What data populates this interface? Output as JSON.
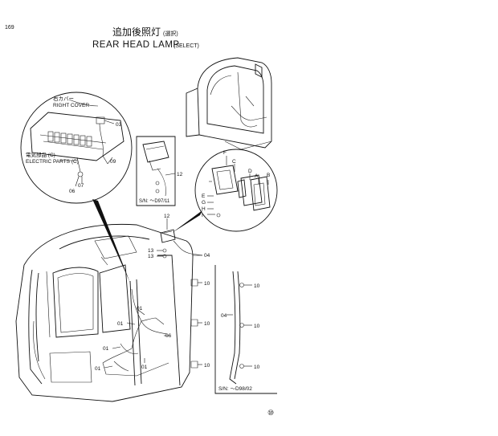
{
  "page": {
    "number": "169",
    "title_jp": "追加後照灯",
    "title_jp_note": "(選択)",
    "title_en": "REAR HEAD LAMP",
    "title_en_note": "(SELECT)",
    "mark": "⑩"
  },
  "inset_left": {
    "right_cover_jp": "右カバー",
    "right_cover_en": "RIGHT COVER",
    "electric_parts_jp": "電気部品 (C)",
    "electric_parts_en": "ELECTRIC PARTS (C)",
    "callouts": [
      "03",
      "09",
      "06",
      "07"
    ]
  },
  "lamp_box": {
    "callout": "12",
    "serial": "S/N: ～D97/11"
  },
  "lamp_exploded": {
    "letters_top": [
      "F",
      "C",
      "D",
      "A",
      "B"
    ],
    "letters_side": [
      "E",
      "G",
      "H",
      "I"
    ]
  },
  "main": {
    "callouts": {
      "c12": "12",
      "c13a": "13",
      "c13b": "13",
      "c04": "04",
      "c01a": "01",
      "c01b": "01",
      "c01c": "01",
      "c01d": "01",
      "c01e": "01",
      "c06": "06",
      "c10a": "10",
      "c10b": "10",
      "c10c": "10"
    }
  },
  "panel_right": {
    "callout_side": "04",
    "callouts": [
      "10",
      "10",
      "10"
    ],
    "serial": "S/N: ～D98/02"
  }
}
